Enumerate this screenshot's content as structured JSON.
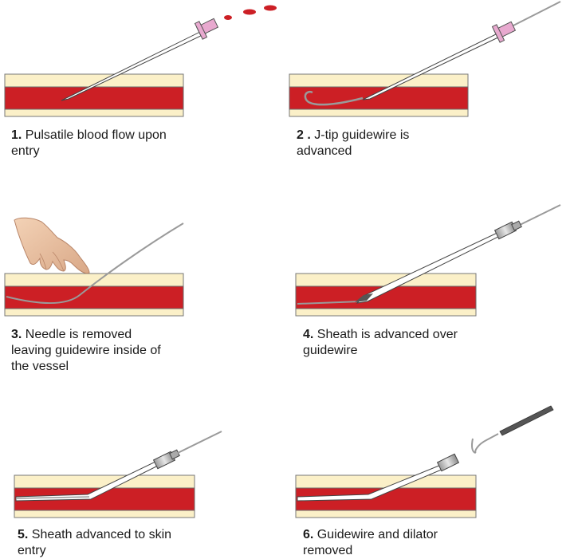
{
  "colors": {
    "skin": "#fbf0c8",
    "vessel": "#cc1f25",
    "vessel_border": "#6b6b6b",
    "needle": "#ffffff",
    "needle_outline": "#444444",
    "hub": "#e8a9cf",
    "guidewire": "#9a9a9a",
    "sheath_hub": "#cfcfcf",
    "dilator": "#555555",
    "blood_drop": "#cc1f25"
  },
  "steps": [
    {
      "number": "1.",
      "lines": [
        "Pulsatile blood flow upon",
        "entry"
      ]
    },
    {
      "number": "2 .",
      "lines": [
        "J-tip guidewire is",
        "advanced"
      ]
    },
    {
      "number": "3.",
      "lines": [
        "Needle is removed",
        "leaving guidewire inside of",
        "the vessel"
      ]
    },
    {
      "number": "4.",
      "lines": [
        "Sheath is advanced over",
        "guidewire"
      ]
    },
    {
      "number": "5.",
      "lines": [
        "Sheath advanced to skin",
        "entry"
      ]
    },
    {
      "number": "6.",
      "lines": [
        "Guidewire and dilator",
        "removed"
      ]
    }
  ],
  "icons": [
    "hand-icon",
    "needle-icon",
    "guidewire-icon",
    "sheath-icon",
    "dilator-icon",
    "blood-drops-icon"
  ]
}
